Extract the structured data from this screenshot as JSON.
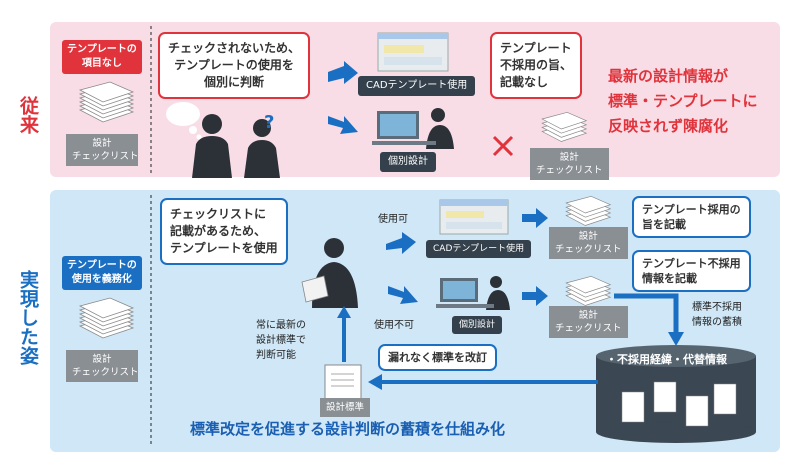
{
  "colors": {
    "pink_panel": "#f9dde6",
    "blue_panel": "#cfe7f6",
    "red": "#e0333c",
    "blue": "#1b6fc2",
    "dark": "#34404b"
  },
  "top": {
    "label": "従来",
    "no_item_tag": "テンプレートの\n項目なし",
    "doc_tag": "設計\nチェックリスト",
    "bubble": "チェックされないため、\nテンプレートの使用を\n個別に判断",
    "cad_tag": "CADテンプレート使用",
    "individual_tag": "個別設計",
    "not_adopted_bubble": "テンプレート\n不採用の旨、\n記載なし",
    "question_mark": "?",
    "result_doc_tag": "設計\nチェックリスト",
    "summary": "最新の設計情報が\n標準・テンプレートに\n反映されず陳腐化"
  },
  "bottom": {
    "label": "実現した姿",
    "mandatory_tag": "テンプレートの\n使用を義務化",
    "doc_tag": "設計\nチェックリスト",
    "bubble": "チェックリストに\n記載があるため、\nテンプレートを使用",
    "usable_label": "使用可",
    "unusable_label": "使用不可",
    "cad_tag": "CADテンプレート使用",
    "individual_tag": "個別設計",
    "result_doc_tag_1": "設計\nチェックリスト",
    "result_doc_tag_2": "設計\nチェックリスト",
    "adopted_bubble": "テンプレート採用の\n旨を記載",
    "not_adopted_bubble": "テンプレート不採用\n情報を記載",
    "accumulation_text": "標準不採用\n情報の蓄積",
    "db_label": "・不採用経緯・代替情報",
    "revise_tag": "漏れなく標準を改訂",
    "judge_text": "常に最新の\n設計標準で\n判断可能",
    "standard_tag": "設計標準",
    "conclusion": "標準改定を促進する設計判断の蓄積を仕組み化"
  }
}
